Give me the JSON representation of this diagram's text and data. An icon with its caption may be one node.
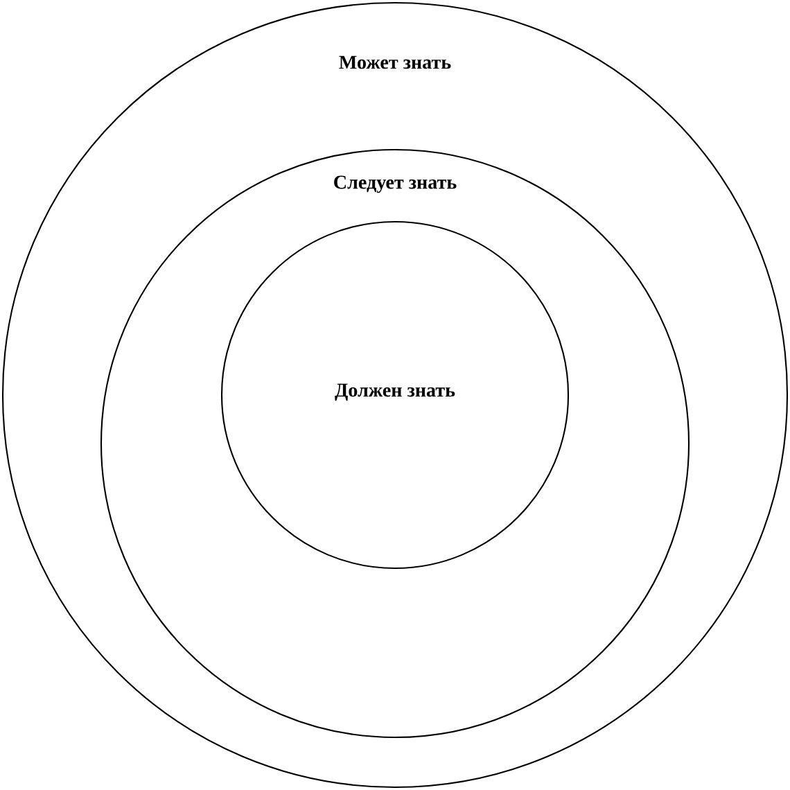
{
  "diagram": {
    "nodes": [
      {
        "text": [
          "Может знать"
        ]
      },
      {
        "text": [
          "Следует знать"
        ],
        "in": 0
      },
      {
        "text": [
          "Должен знать"
        ],
        "in": 1
      }
    ]
  }
}
